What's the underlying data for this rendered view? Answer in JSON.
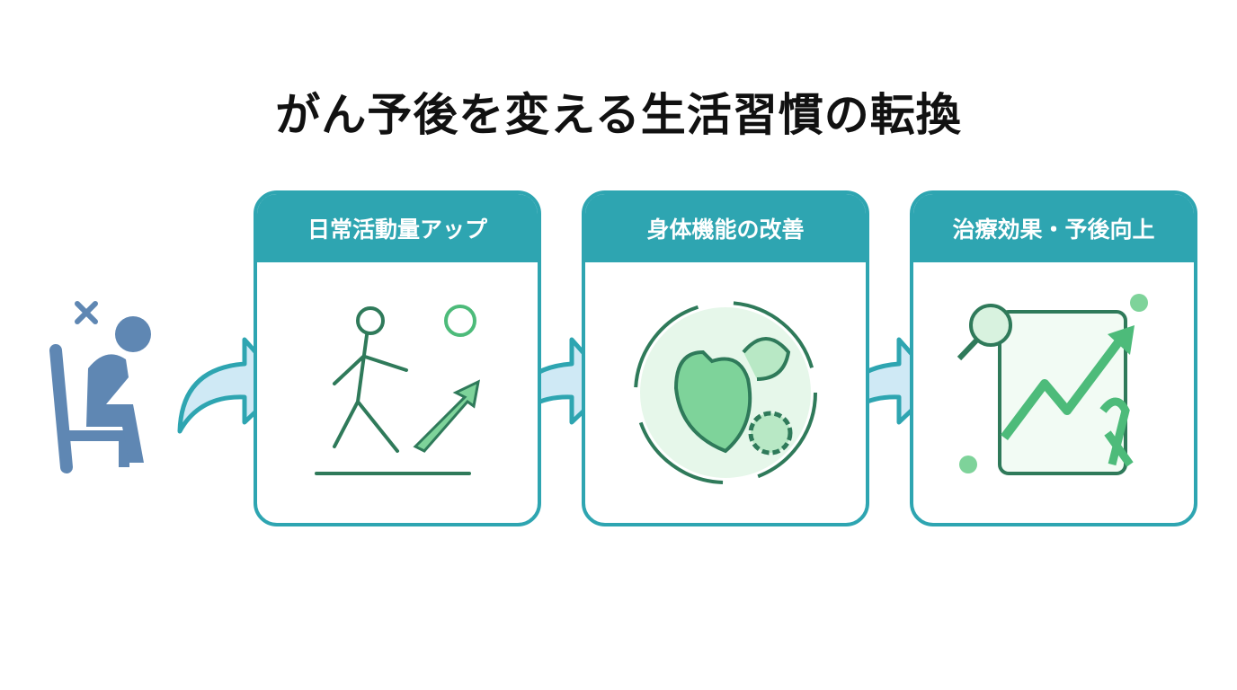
{
  "title": "がん予後を変える生活習慣の転換",
  "steps": [
    {
      "label": "日常活動量アップ",
      "icon": "walking-person-icon"
    },
    {
      "label": "身体機能の改善",
      "icon": "heart-muscle-gear-icon"
    },
    {
      "label": "治療効果・予後向上",
      "icon": "chart-clipboard-ribbon-icon"
    }
  ],
  "start_icon": "sedentary-person-icon",
  "colors": {
    "teal": "#2ea5b1",
    "green": "#4dbb7a",
    "blue": "#5f87b3",
    "arrow_fill": "#cfe9f5"
  }
}
